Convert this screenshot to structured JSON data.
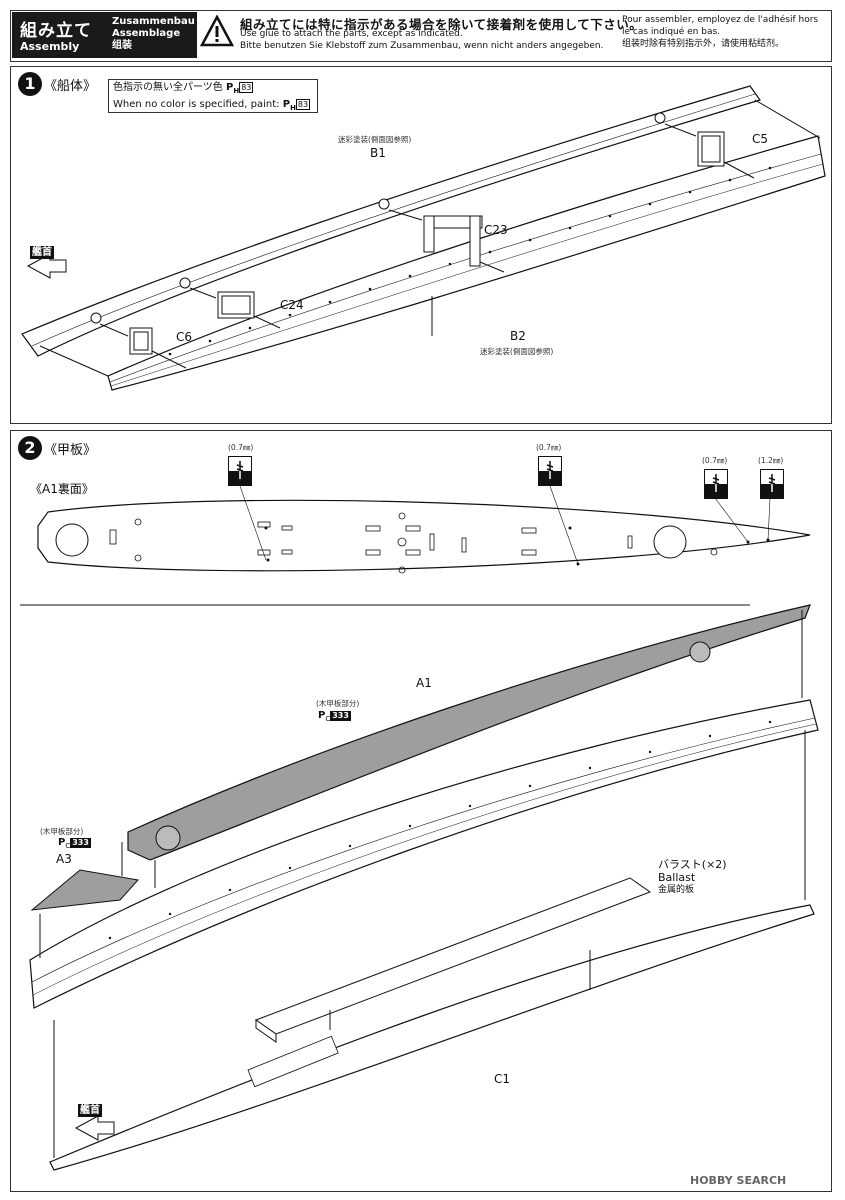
{
  "header": {
    "title_jp": "組み立て",
    "title_en": "Assembly",
    "title_de": "Zusammenbau",
    "title_fr": "Assemblage",
    "title_cn": "组装",
    "warning_icon": "warning-triangle-icon",
    "note_jp": "組み立てには特に指示がある場合を除いて接着剤を使用して下さい。",
    "note_en": "Use glue to attach the parts, except as indicated.",
    "note_de": "Bitte benutzen Sie Klebstoff zum Zusammenbau, wenn nicht anders angegeben.",
    "note_fr_1": "Pour assembler, employez de l'adhésif hors",
    "note_fr_2": "le cas indiqué en bas.",
    "note_cn": "组装时除有特别指示外，请使用粘结剂。"
  },
  "step1": {
    "number": "1",
    "title": "《船体》",
    "color_note_jp": "色指示の無い全パーツ色",
    "color_note_en": "When no color is specified, paint:",
    "paint_code": "P",
    "paint_sub": "H",
    "paint_num": "83",
    "parts": {
      "b1": "B1",
      "b1_note": "迷彩塗装(側面図参照)",
      "b2": "B2",
      "b2_note": "迷彩塗装(側面図参照)",
      "c5": "C5",
      "c23": "C23",
      "c24": "C24",
      "c6": "C6"
    },
    "bow_label": "艦首"
  },
  "step2": {
    "number": "2",
    "title": "《甲板》",
    "a1_back": "《A1裏面》",
    "drills": [
      "(0.7㎜)",
      "(0.7㎜)",
      "(0.7㎜)",
      "(1.2㎜)"
    ],
    "parts": {
      "a1": "A1",
      "a1_note": "(木甲板部分)",
      "a3": "A3",
      "a3_note": "(木甲板部分)",
      "c1": "C1",
      "ballast_jp": "バラスト(×2)",
      "ballast_en": "Ballast",
      "ballast_cn": "金属的板"
    },
    "paint_code": "P",
    "paint_sub": "C",
    "paint_num": "333",
    "bow_label": "艦首"
  },
  "watermark": "HOBBY SEARCH",
  "colors": {
    "ink": "#111111",
    "deck": "#9e9e9e",
    "hull": "#ffffff"
  }
}
